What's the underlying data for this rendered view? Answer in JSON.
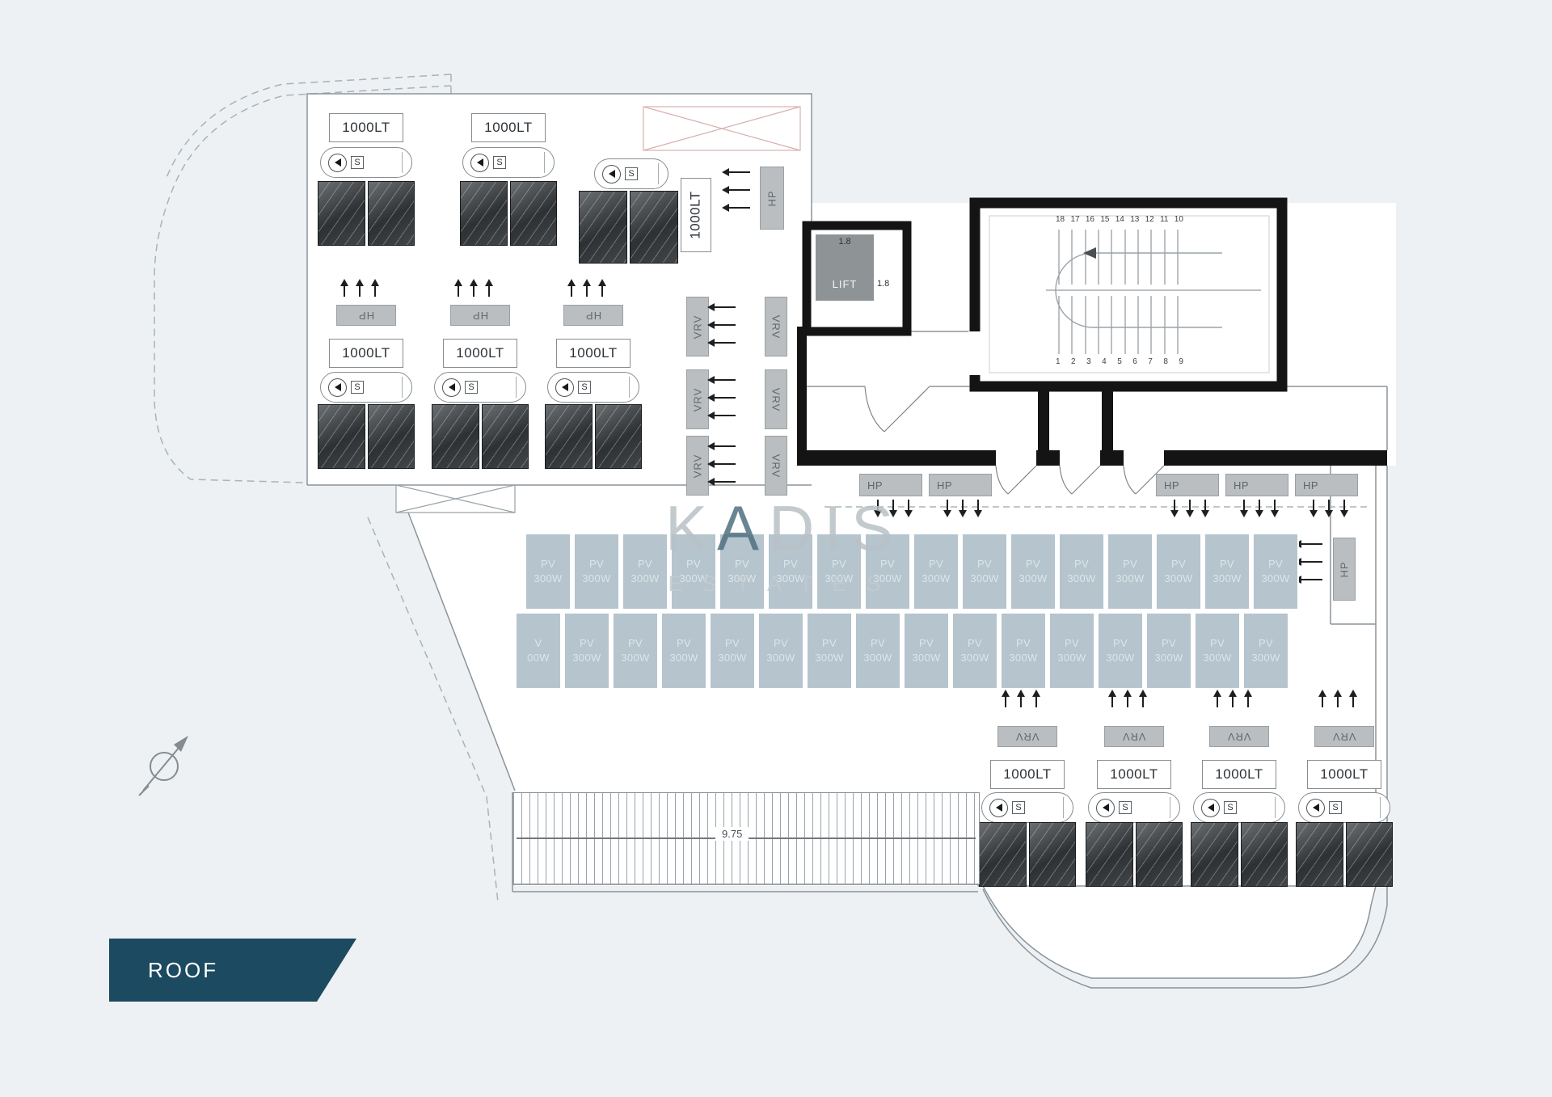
{
  "banner": {
    "label": "ROOF"
  },
  "watermark": {
    "part1": "K",
    "accent": "A",
    "part2": "DIS",
    "subtitle": "ESTATES"
  },
  "labels": {
    "tank": "1000LT",
    "pump": "S",
    "hp": "HP",
    "vrv": "VRV",
    "lift": "LIFT",
    "pv": "PV\n300W",
    "pv_clipped": "V\n00W"
  },
  "dimensions": {
    "lift_width": "1.8",
    "lift_depth": "1.8",
    "louvre_length": "9.75"
  },
  "stairs": {
    "top_numbers": [
      "18",
      "17",
      "16",
      "15",
      "14",
      "13",
      "12",
      "11",
      "10"
    ],
    "bottom_numbers": [
      "1",
      "2",
      "3",
      "4",
      "5",
      "6",
      "7",
      "8",
      "9"
    ]
  },
  "colors": {
    "banner_bg": "#1c4a60",
    "pv_panel": "#b5c4cd",
    "wall": "#141414",
    "equipment_gray": "#babec0"
  }
}
